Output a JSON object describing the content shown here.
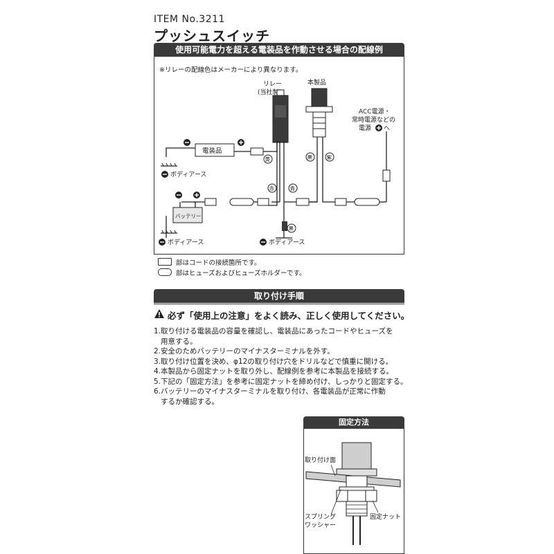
{
  "header": {
    "item_no": "ITEM No.3211",
    "title": "プッシュスイッチ"
  },
  "wiring_section": {
    "heading": "使用可能電力を超える電装品を作動させる場合の配線例",
    "note": "※リレーの配線色はメーカーにより異なります。",
    "labels": {
      "relay": "リレー",
      "relay_sub": "(当社製)",
      "product": "本製品",
      "acc_line1": "ACC電源・",
      "acc_line2": "常時電源などの",
      "acc_line3": "電源",
      "acc_suffix": "へ",
      "device": "電装品",
      "battery": "バッテリー",
      "body_earth1": "ボディアース",
      "body_earth2": "ボディアース",
      "body_earth3": "ボディアース",
      "wire_yellow": "黄",
      "wire_red": "赤",
      "wire_blue": "青",
      "wire_black_relay": "黒",
      "wire_black_switch": "黒",
      "wire_purple": "紫"
    },
    "legend": {
      "connector": "部はコードの接続箇所です。",
      "fuse": "部はヒューズおよびヒューズホルダーです。"
    }
  },
  "install_section": {
    "heading": "取り付け手順",
    "warning": "必ず「使用上の注意」をよく読み、正しく使用してください。",
    "steps": [
      "1.取り付ける電装品の容量を確認し、電装品にあったコードやヒューズを",
      "   用意する。",
      "2.安全のためバッテリーのマイナスターミナルを外す。",
      "3.取り付け位置を決め、φ12の取り付け穴をドリルなどで慎重に開ける。",
      "4.本製品から固定ナットを取り外し、配線例を参考に本製品を接続する。",
      "5.下記の「固定方法」を参考に固定ナットを締め付け、しっかりと固定する。",
      "6.バッテリーのマイナスターミナルを取り付け、各電装品が正常に作動",
      "   するか確認する。"
    ]
  },
  "fixing_section": {
    "heading": "固定方法",
    "labels": {
      "surface": "取り付け面",
      "spring_line1": "スプリング",
      "spring_line2": "ワッシャー",
      "nut": "固定ナット"
    }
  }
}
